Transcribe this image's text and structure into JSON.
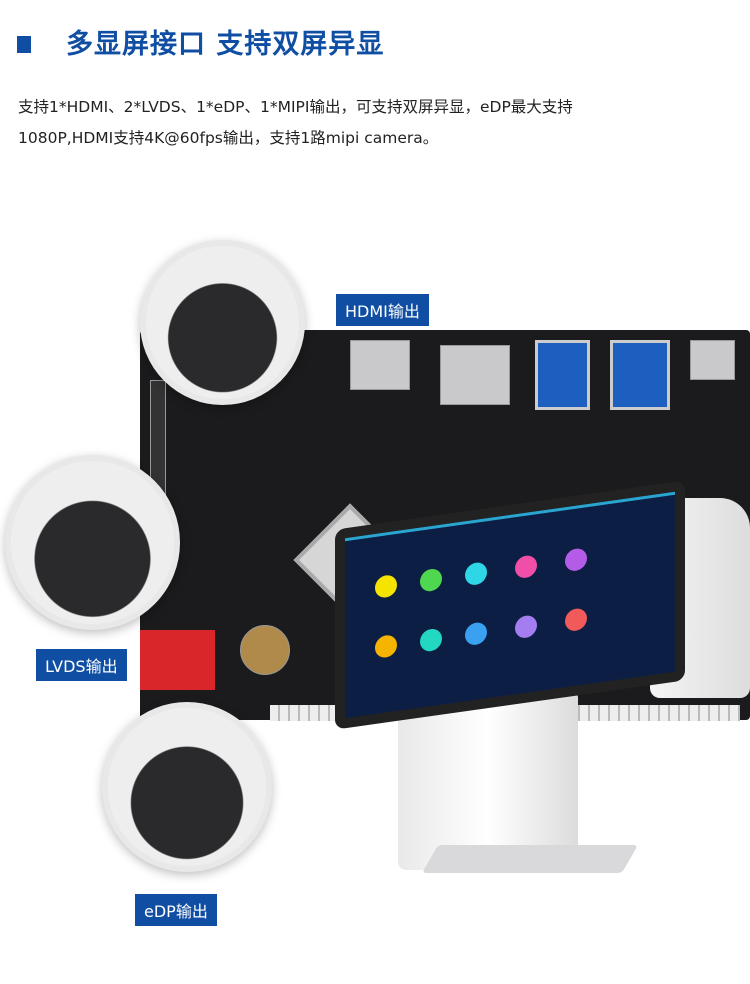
{
  "header": {
    "title": "多显屏接口 支持双屏异显"
  },
  "description": {
    "line1": "支持1*HDMI、2*LVDS、1*eDP、1*MIPI输出，可支持双屏异显，eDP最大支持",
    "line2": "1080P,HDMI支持4K@60fps输出，支持1路mipi camera。"
  },
  "callouts": {
    "hdmi": "HDMI输出",
    "lvds": "LVDS输出",
    "edp": "eDP输出"
  },
  "colors": {
    "accent": "#0f4ea3"
  }
}
